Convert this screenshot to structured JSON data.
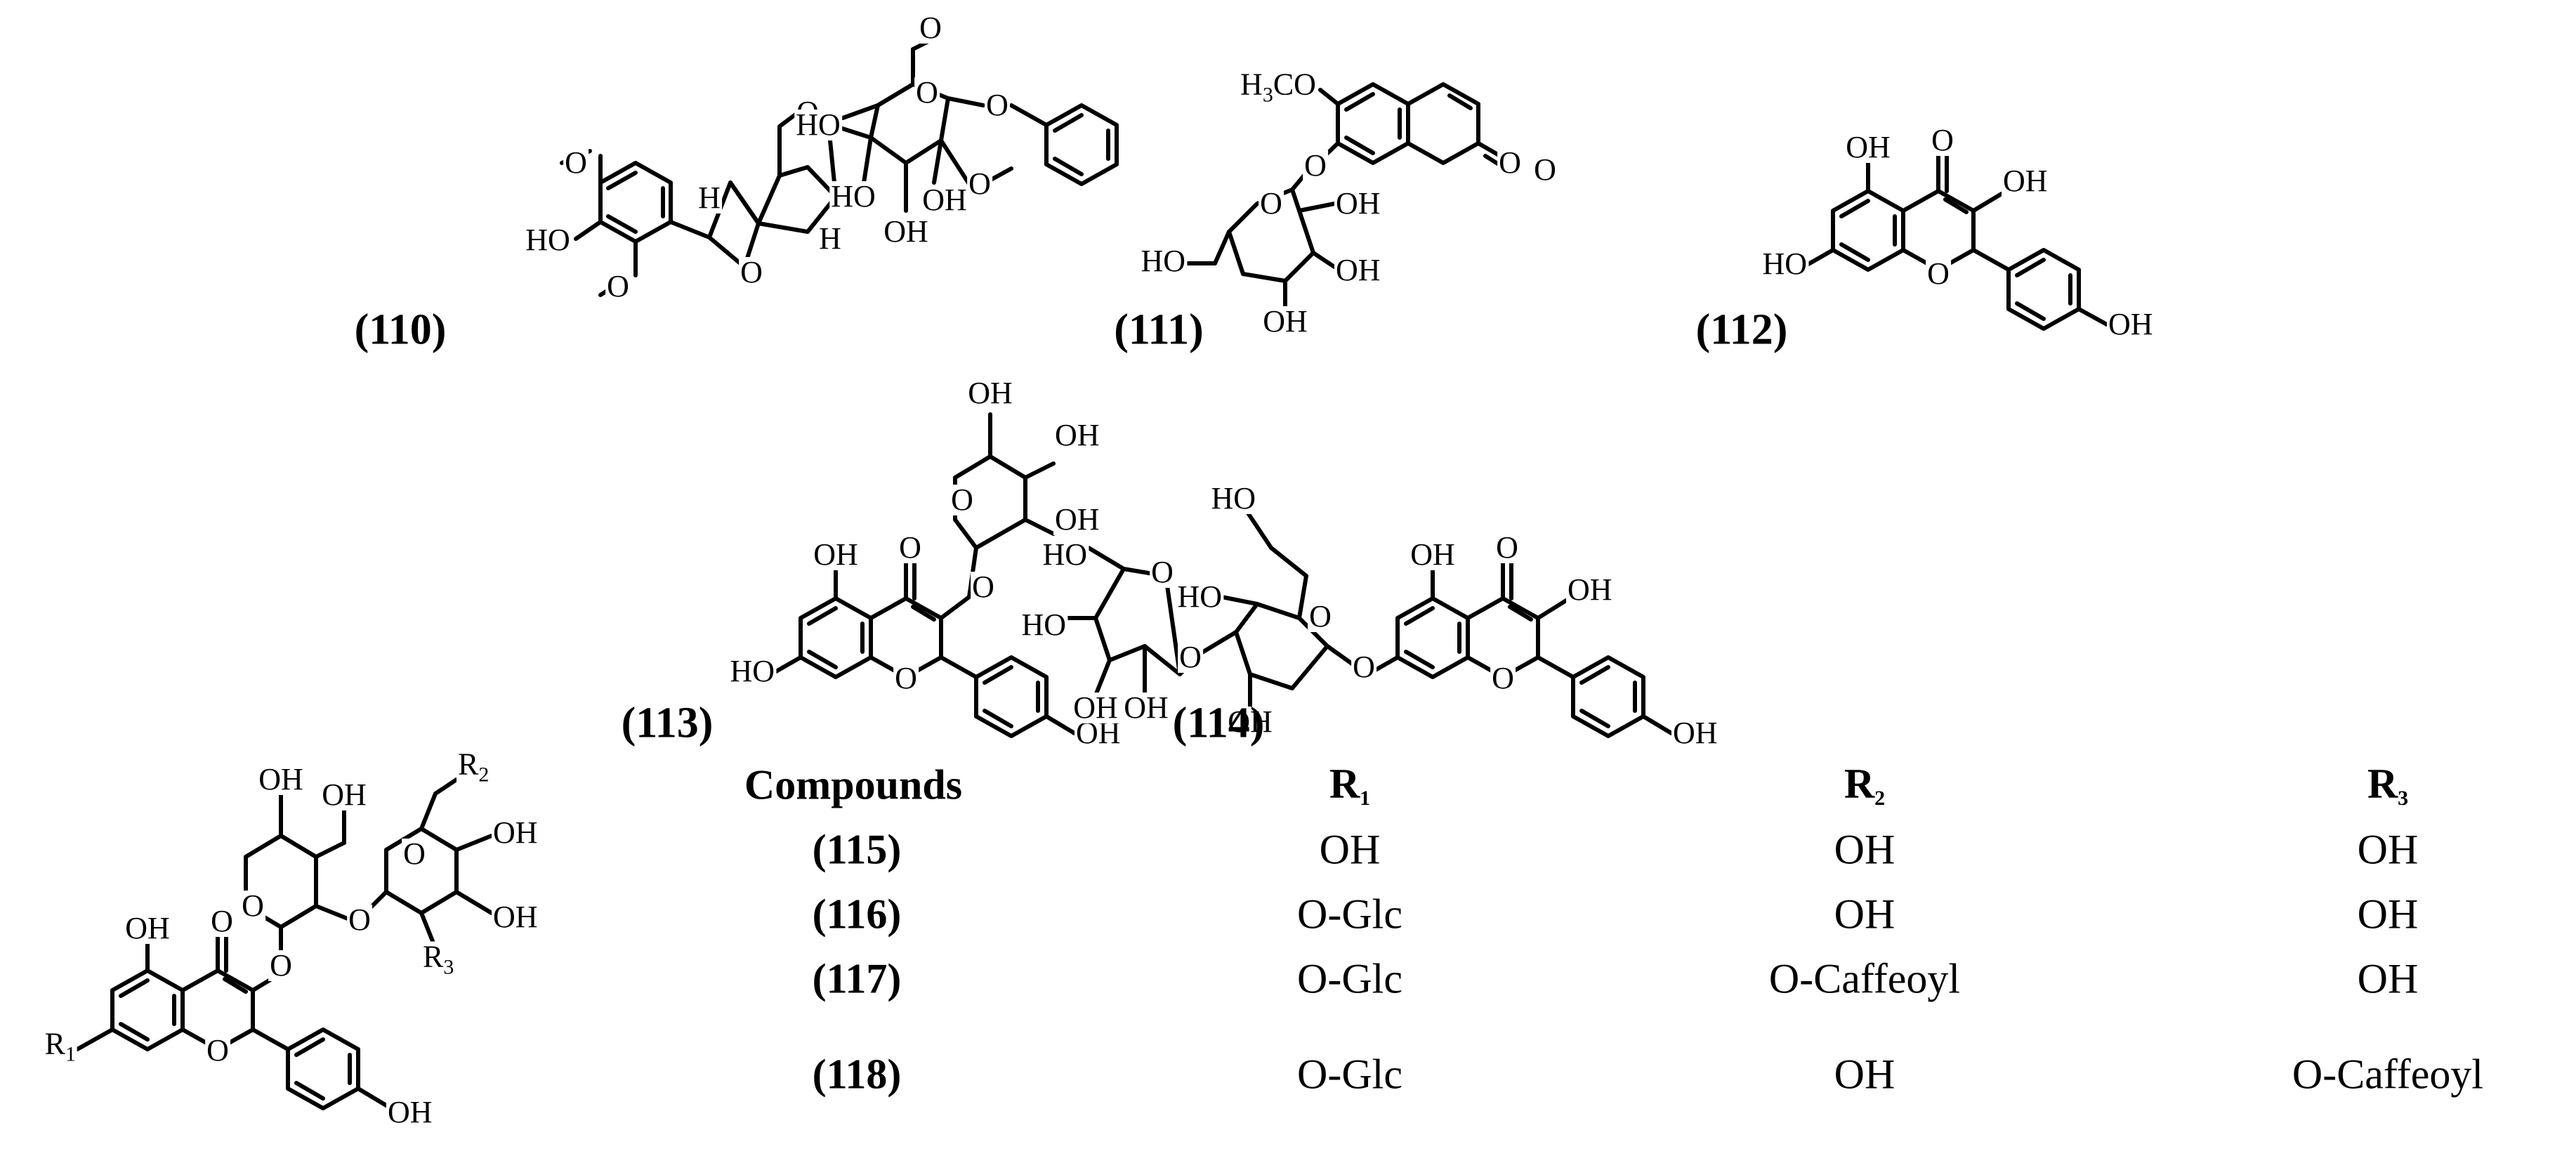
{
  "atoms": {
    "OMe": "O",
    "HO": "HO",
    "OH": "OH",
    "H": "H",
    "O": "O",
    "H3CO": "H3CO",
    "R1": "R1",
    "R2": "R2",
    "R3": "R3"
  },
  "compound_labels": [
    "(110)",
    "(111)",
    "(112)",
    "(113)",
    "(114)"
  ],
  "table": {
    "headers": [
      "Compounds",
      "R1",
      "R2",
      "R3"
    ],
    "rows": [
      {
        "compound": "(115)",
        "r1": "OH",
        "r2": "OH",
        "r3": "OH"
      },
      {
        "compound": "(116)",
        "r1": "O-Glc",
        "r2": "OH",
        "r3": "OH"
      },
      {
        "compound": "(117)",
        "r1": "O-Glc",
        "r2": "O-Caffeoyl",
        "r3": "OH"
      },
      {
        "compound": "(118)",
        "r1": "O-Glc",
        "r2": "OH",
        "r3": "O-Caffeoyl"
      }
    ]
  }
}
